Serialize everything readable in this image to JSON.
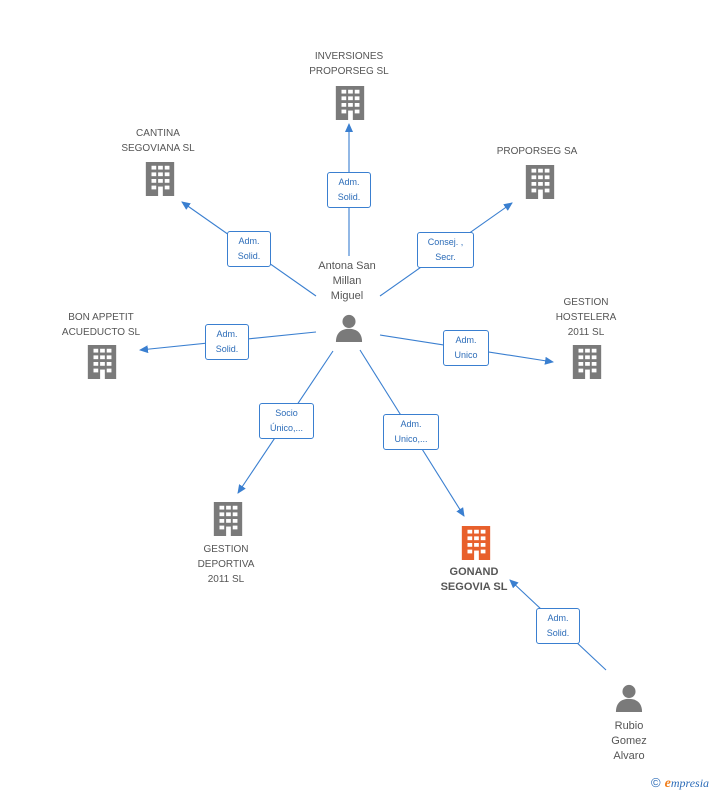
{
  "diagram": {
    "accent_color": "#3a7fd0",
    "company_color": "#7a7a7a",
    "highlight_color": "#e8602c",
    "person_color": "#7a7a7a",
    "nodes": {
      "inversiones": {
        "lines": [
          "INVERSIONES",
          "PROPORSEG SL"
        ],
        "icon": "building-icon"
      },
      "cantina": {
        "lines": [
          "CANTINA",
          "SEGOVIANA SL"
        ],
        "icon": "building-icon"
      },
      "proporseg": {
        "lines": [
          "PROPORSEG SA"
        ],
        "icon": "building-icon"
      },
      "bon_appetit": {
        "lines": [
          "BON APPETIT",
          "ACUEDUCTO SL"
        ],
        "icon": "building-icon"
      },
      "gestion_hostelera": {
        "lines": [
          "GESTION",
          "HOSTELERA",
          "2011 SL"
        ],
        "icon": "building-icon"
      },
      "gestion_deportiva": {
        "lines": [
          "GESTION",
          "DEPORTIVA",
          "2011 SL"
        ],
        "icon": "building-icon"
      },
      "gonand": {
        "lines": [
          "GONAND",
          "SEGOVIA SL"
        ],
        "icon": "building-icon"
      },
      "antona": {
        "lines": [
          "Antona San",
          "Millan",
          "Miguel"
        ],
        "icon": "person-icon"
      },
      "rubio": {
        "lines": [
          "Rubio",
          "Gomez",
          "Alvaro"
        ],
        "icon": "person-icon"
      }
    },
    "edges": {
      "to_inversiones": {
        "lines": [
          "Adm.",
          "Solid."
        ]
      },
      "to_cantina": {
        "lines": [
          "Adm.",
          "Solid."
        ]
      },
      "to_proporseg": {
        "lines": [
          "Consej. ,",
          "Secr."
        ]
      },
      "to_bon_appetit": {
        "lines": [
          "Adm.",
          "Solid."
        ]
      },
      "to_gestion_hostelera": {
        "lines": [
          "Adm.",
          "Unico"
        ]
      },
      "to_gestion_deportiva": {
        "lines": [
          "Socio",
          "Único,..."
        ]
      },
      "to_gonand": {
        "lines": [
          "Adm.",
          "Unico,..."
        ]
      },
      "rubio_to_gonand": {
        "lines": [
          "Adm.",
          "Solid."
        ]
      }
    }
  },
  "footer": {
    "copyright": "©",
    "brand_initial": "e",
    "brand_rest": "mpresia"
  }
}
